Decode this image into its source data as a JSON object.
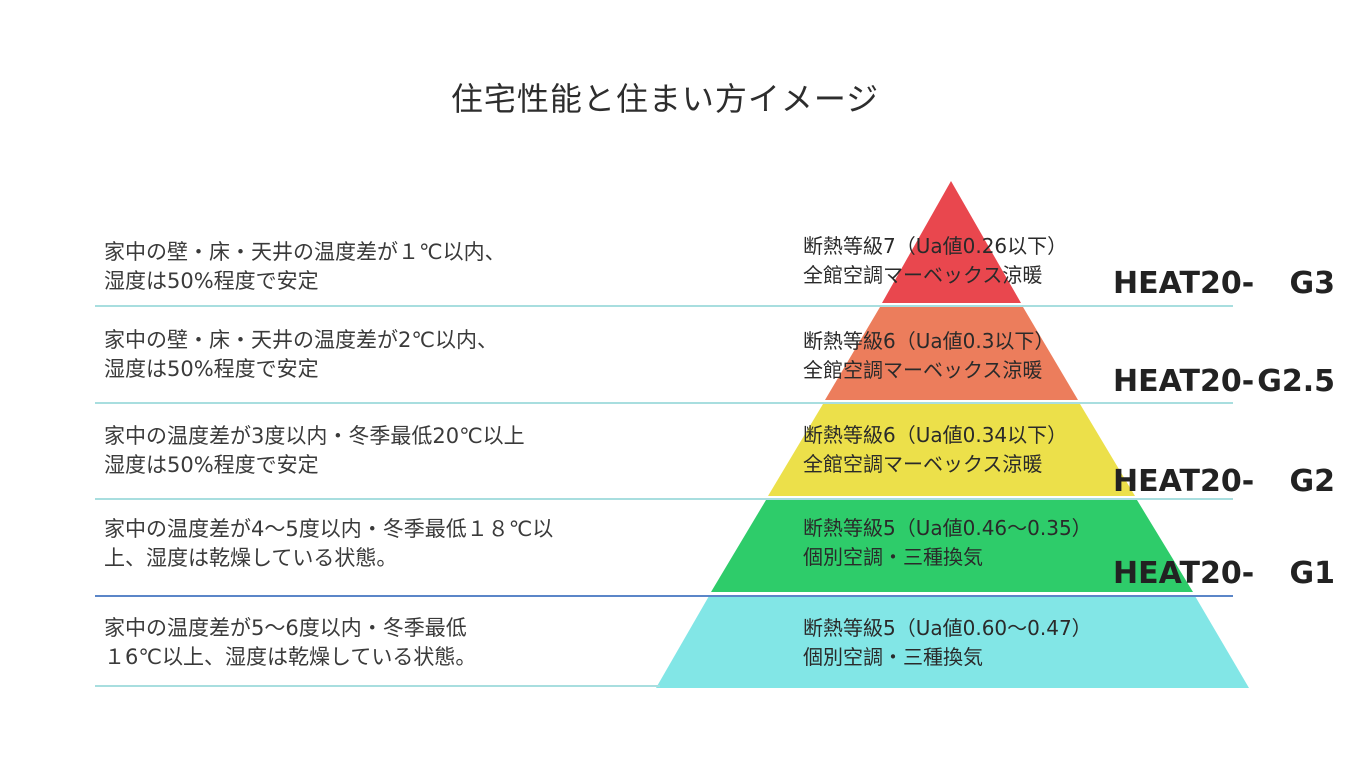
{
  "title": "住宅性能と住まい方イメージ",
  "colors": {
    "tier1": "#e9474e",
    "tier2": "#ec7d5c",
    "tier3": "#ece04a",
    "tier4": "#2ecc6a",
    "tier5": "#82e6e6",
    "separator": "#a8dedf",
    "separator_accent": "#5b86c8"
  },
  "tiers": [
    {
      "desc_line1": "家中の壁・床・天井の温度差が１℃以内、",
      "desc_line2": "湿度は50%程度で安定",
      "spec_line1": "断熱等級7（Ua値0.26以下）",
      "spec_line2": "全館空調マーベックス涼暖",
      "grade_prefix": "HEAT20-",
      "grade_suffix": "G3"
    },
    {
      "desc_line1": "家中の壁・床・天井の温度差が2℃以内、",
      "desc_line2": "湿度は50%程度で安定",
      "spec_line1": "断熱等級6（Ua値0.3以下）",
      "spec_line2": "全館空調マーベックス涼暖",
      "grade_prefix": "HEAT20-",
      "grade_suffix": "G2.5"
    },
    {
      "desc_line1": "家中の温度差が3度以内・冬季最低20℃以上",
      "desc_line2": "湿度は50%程度で安定",
      "spec_line1": "断熱等級6（Ua値0.34以下）",
      "spec_line2": "全館空調マーベックス涼暖",
      "grade_prefix": "HEAT20-",
      "grade_suffix": "G2"
    },
    {
      "desc_line1": "家中の温度差が4〜5度以内・冬季最低１８℃以",
      "desc_line2": "上、湿度は乾燥している状態。",
      "spec_line1": "断熱等級5（Ua値0.46〜0.35）",
      "spec_line2": "個別空調・三種換気",
      "grade_prefix": "HEAT20-",
      "grade_suffix": "G1"
    },
    {
      "desc_line1": "家中の温度差が5〜6度以内・冬季最低",
      "desc_line2": "１6℃以上、湿度は乾燥している状態。",
      "spec_line1": "断熱等級5（Ua値0.60〜0.47）",
      "spec_line2": "個別空調・三種換気"
    }
  ]
}
